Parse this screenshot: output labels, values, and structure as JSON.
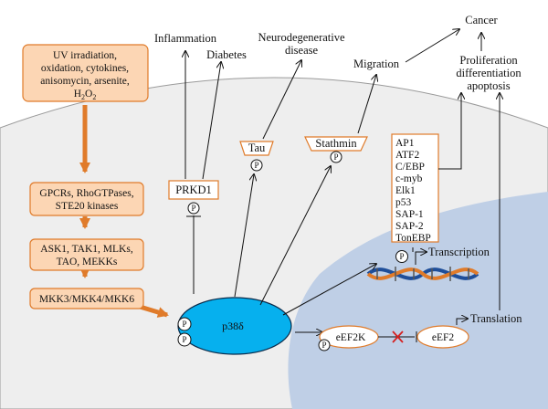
{
  "stimulus": {
    "lines": [
      "UV irradiation,",
      "oxidation, cytokines,",
      "anisomycin, arsenite,",
      "H",
      "2",
      "O",
      "2"
    ]
  },
  "cascade": {
    "box1": [
      "GPCRs, RhoGTPases,",
      "STE20 kinases"
    ],
    "box2": [
      "ASK1, TAK1, MLKs,",
      "TAO, MEKKs"
    ],
    "box3": "MKK3/MKK4/MKK6"
  },
  "kinase": {
    "label": "p38δ",
    "phospho": "P"
  },
  "outcomes": {
    "inflammation": "Inflammation",
    "diabetes": "Diabetes",
    "neuro": [
      "Neurodegenerative",
      "disease"
    ],
    "migration": "Migration",
    "cancer": "Cancer",
    "prolif": [
      "Proliferation",
      "differentiation",
      "apoptosis"
    ],
    "transcription": "Transcription",
    "translation": "Translation"
  },
  "substrates": {
    "prkd1": "PRKD1",
    "tau": "Tau",
    "stathmin": "Stathmin",
    "eef2k": "eEF2K",
    "eef2": "eEF2",
    "tf_list": [
      "AP1",
      "ATF2",
      "C/EBP",
      "c-myb",
      "Elk1",
      "p53",
      "SAP-1",
      "SAP-2",
      "TonEBP"
    ]
  },
  "colors": {
    "cell": "#eeeeee",
    "nucleus": "#bfcfe6",
    "accent": "#e07b2a",
    "box_fill": "#fcd6b4",
    "kinase": "#06b0ee"
  }
}
